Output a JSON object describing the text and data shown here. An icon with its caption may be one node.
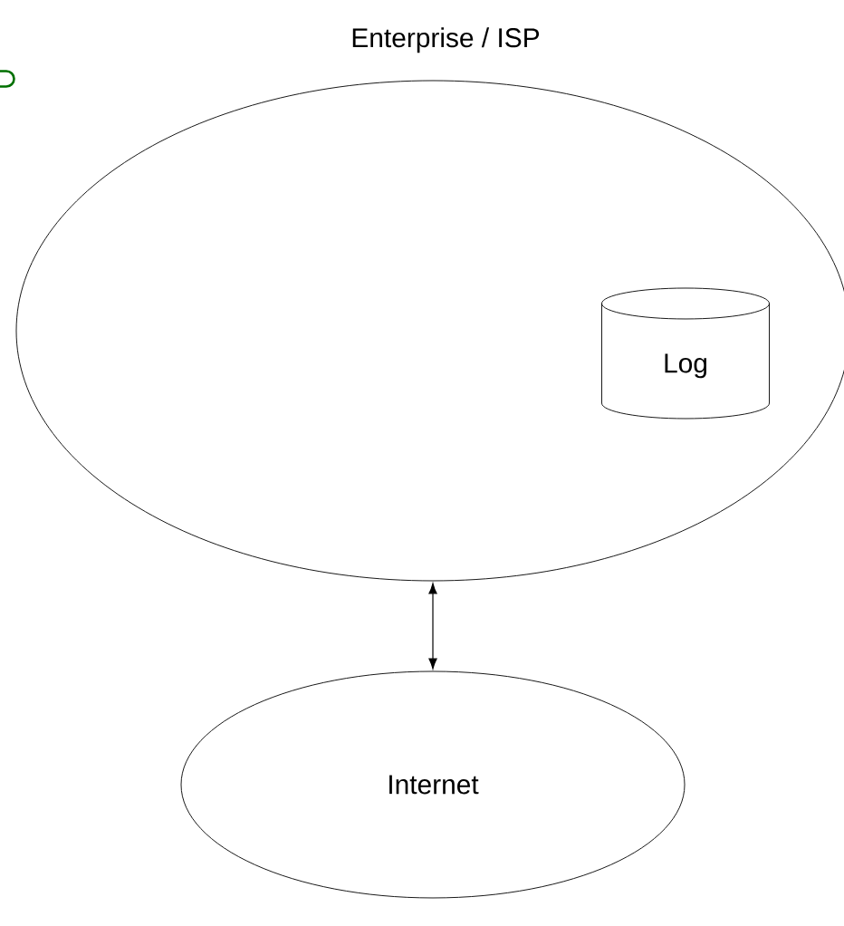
{
  "diagram": {
    "nodes": [
      {
        "text": [
          "Enterprise / ISP"
        ]
      },
      {
        "text": [
          "Log"
        ],
        "in": 0
      },
      {
        "text": [
          "Internet"
        ]
      }
    ],
    "edges": [
      {
        "from": 0,
        "to": 2,
        "arrow": "both"
      }
    ]
  }
}
